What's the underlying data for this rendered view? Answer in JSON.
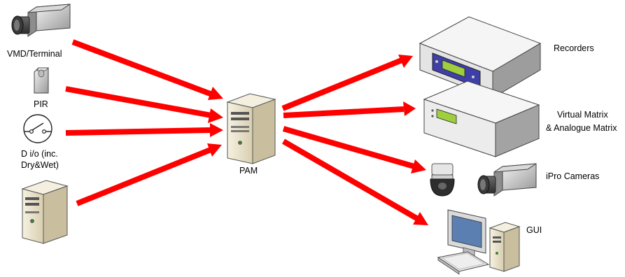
{
  "labels": {
    "vmd_terminal": "VMD/Terminal",
    "pir": "PIR",
    "dio_line1": "D i/o (inc.",
    "dio_line2": "Dry&Wet)",
    "pam": "PAM",
    "recorders": "Recorders",
    "virtual_matrix_line1": "Virtual Matrix",
    "virtual_matrix_line2": "& Analogue Matrix",
    "ipro_cameras": "iPro Cameras",
    "gui": "GUI"
  },
  "colors": {
    "arrow": "#ff0000",
    "device_beige": "#ebe3cc",
    "device_dark": "#4d4d4d",
    "recorder_panel": "#3f3fa8",
    "lcd_green": "#9fcf3f"
  },
  "icons": {
    "camera": "cctv-camera-icon",
    "pir": "pir-sensor-icon",
    "switch": "dry-contact-switch-icon",
    "server": "server-tower-icon",
    "recorder": "recorder-icon",
    "matrix": "matrix-switcher-icon",
    "dome": "dome-camera-icon",
    "workstation": "workstation-icon"
  }
}
